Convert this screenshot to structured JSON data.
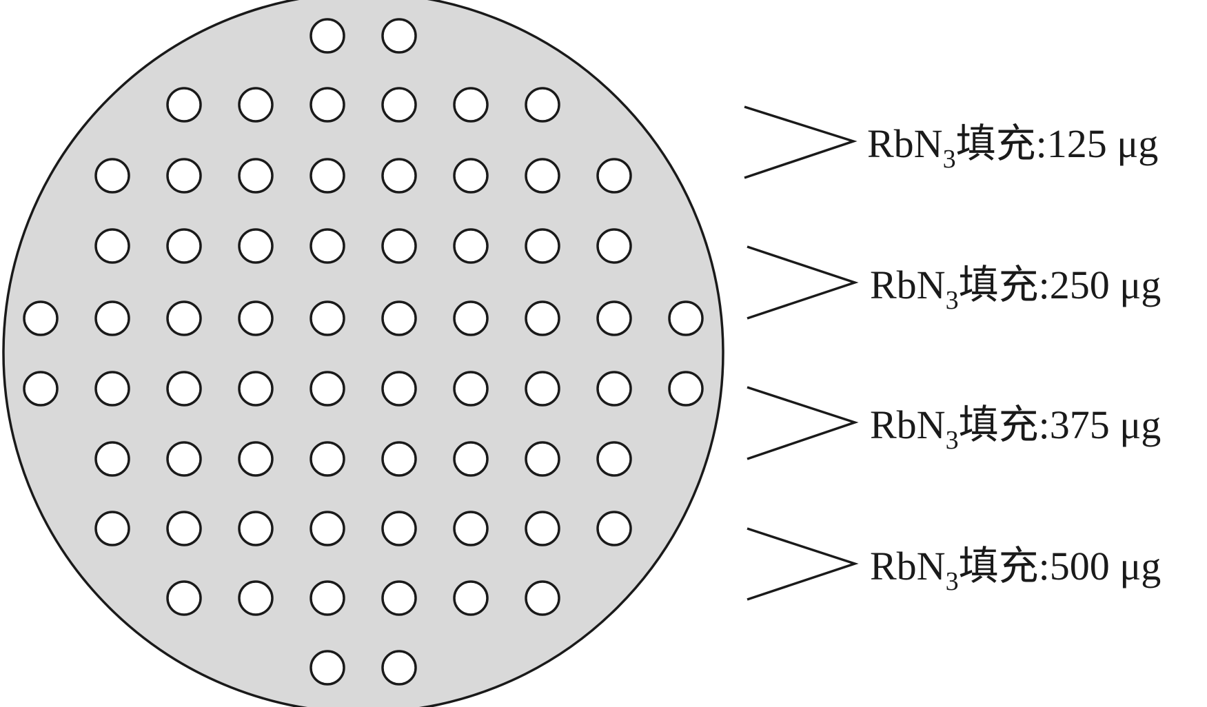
{
  "wafer": {
    "fill_color": "#d9d9d9",
    "outline_color": "#1a1a1a",
    "hole_fill_color": "#ffffff",
    "rows": [
      2,
      6,
      8,
      8,
      10,
      10,
      8,
      8,
      6,
      2
    ]
  },
  "labels": [
    {
      "prefix": "RbN",
      "subscript": "3",
      "suffix": "填充:125 μg"
    },
    {
      "prefix": "RbN",
      "subscript": "3",
      "suffix": "填充:250 μg"
    },
    {
      "prefix": "RbN",
      "subscript": "3",
      "suffix": "填充:375 μg"
    },
    {
      "prefix": "RbN",
      "subscript": "3",
      "suffix": "填充:500 μg"
    }
  ]
}
